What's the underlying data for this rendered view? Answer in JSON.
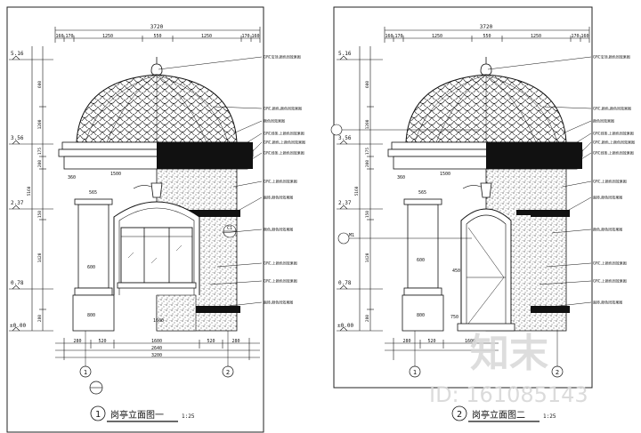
{
  "drawing_1": {
    "overall_dim": "3720",
    "top_dims": [
      "160",
      "170",
      "1250",
      "550",
      "1250",
      "170",
      "160"
    ],
    "levels": [
      "5.16",
      "3.56",
      "2.37",
      "0.78",
      "±0.00"
    ],
    "left_dims": [
      "600",
      "1200",
      "175",
      "200",
      "5160",
      "150",
      "1420",
      "280"
    ],
    "mid_dims": [
      "360",
      "1500",
      "565",
      "600",
      "800",
      "1600"
    ],
    "bottom_dims": [
      "280",
      "520",
      "1600",
      "520",
      "280"
    ],
    "bottom_total": [
      "2640",
      "3200"
    ],
    "axes": [
      "1",
      "2"
    ],
    "callouts": [
      "GRC宝顶,颜色同效果图",
      "GRC,颜色,颜色同效果图",
      "颜色同效果图",
      "GRC线条,上颜色同效果图",
      "GRC,颜色,上颜色同效果图",
      "GRC线条,上颜色同效果图",
      "GRC,上颜色同效果图",
      "面砖,颜色同效果图",
      "颜色,颜色同效果图",
      "GRC,上颜色同效果图",
      "GRC,上颜色同效果图",
      "面砖,颜色同效果图"
    ],
    "section_mark": "C1",
    "title_no": "1",
    "title": "岗亭立面图一",
    "scale": "1:25"
  },
  "drawing_2": {
    "overall_dim": "3720",
    "top_dims": [
      "160",
      "170",
      "1250",
      "550",
      "1250",
      "170",
      "160"
    ],
    "levels": [
      "5.16",
      "3.56",
      "2.37",
      "0.78",
      "±0.00"
    ],
    "left_dims": [
      "600",
      "1200",
      "175",
      "200",
      "5160",
      "150",
      "1420",
      "280"
    ],
    "mid_dims": [
      "360",
      "1500",
      "565",
      "600",
      "450",
      "800",
      "750"
    ],
    "bottom_dims": [
      "280",
      "520",
      "1600"
    ],
    "door_mark": "M1",
    "axes": [
      "1",
      "2"
    ],
    "callouts": [
      "GRC宝顶,颜色同效果图",
      "GRC,颜色,颜色同效果图",
      "颜色同效果图",
      "GRC线条,上颜色同效果图",
      "GRC,颜色,上颜色同效果图",
      "GRC线条,上颜色同效果图",
      "GRC,上颜色同效果图",
      "面砖,颜色同效果图",
      "颜色,颜色同效果图",
      "GRC,上颜色同效果图",
      "GRC,上颜色同效果图",
      "面砖,颜色同效果图"
    ],
    "title_no": "2",
    "title": "岗亭立面图二",
    "scale": "1:25"
  },
  "watermark": {
    "logo_text": "知末",
    "id_text": "ID: 161085143"
  }
}
